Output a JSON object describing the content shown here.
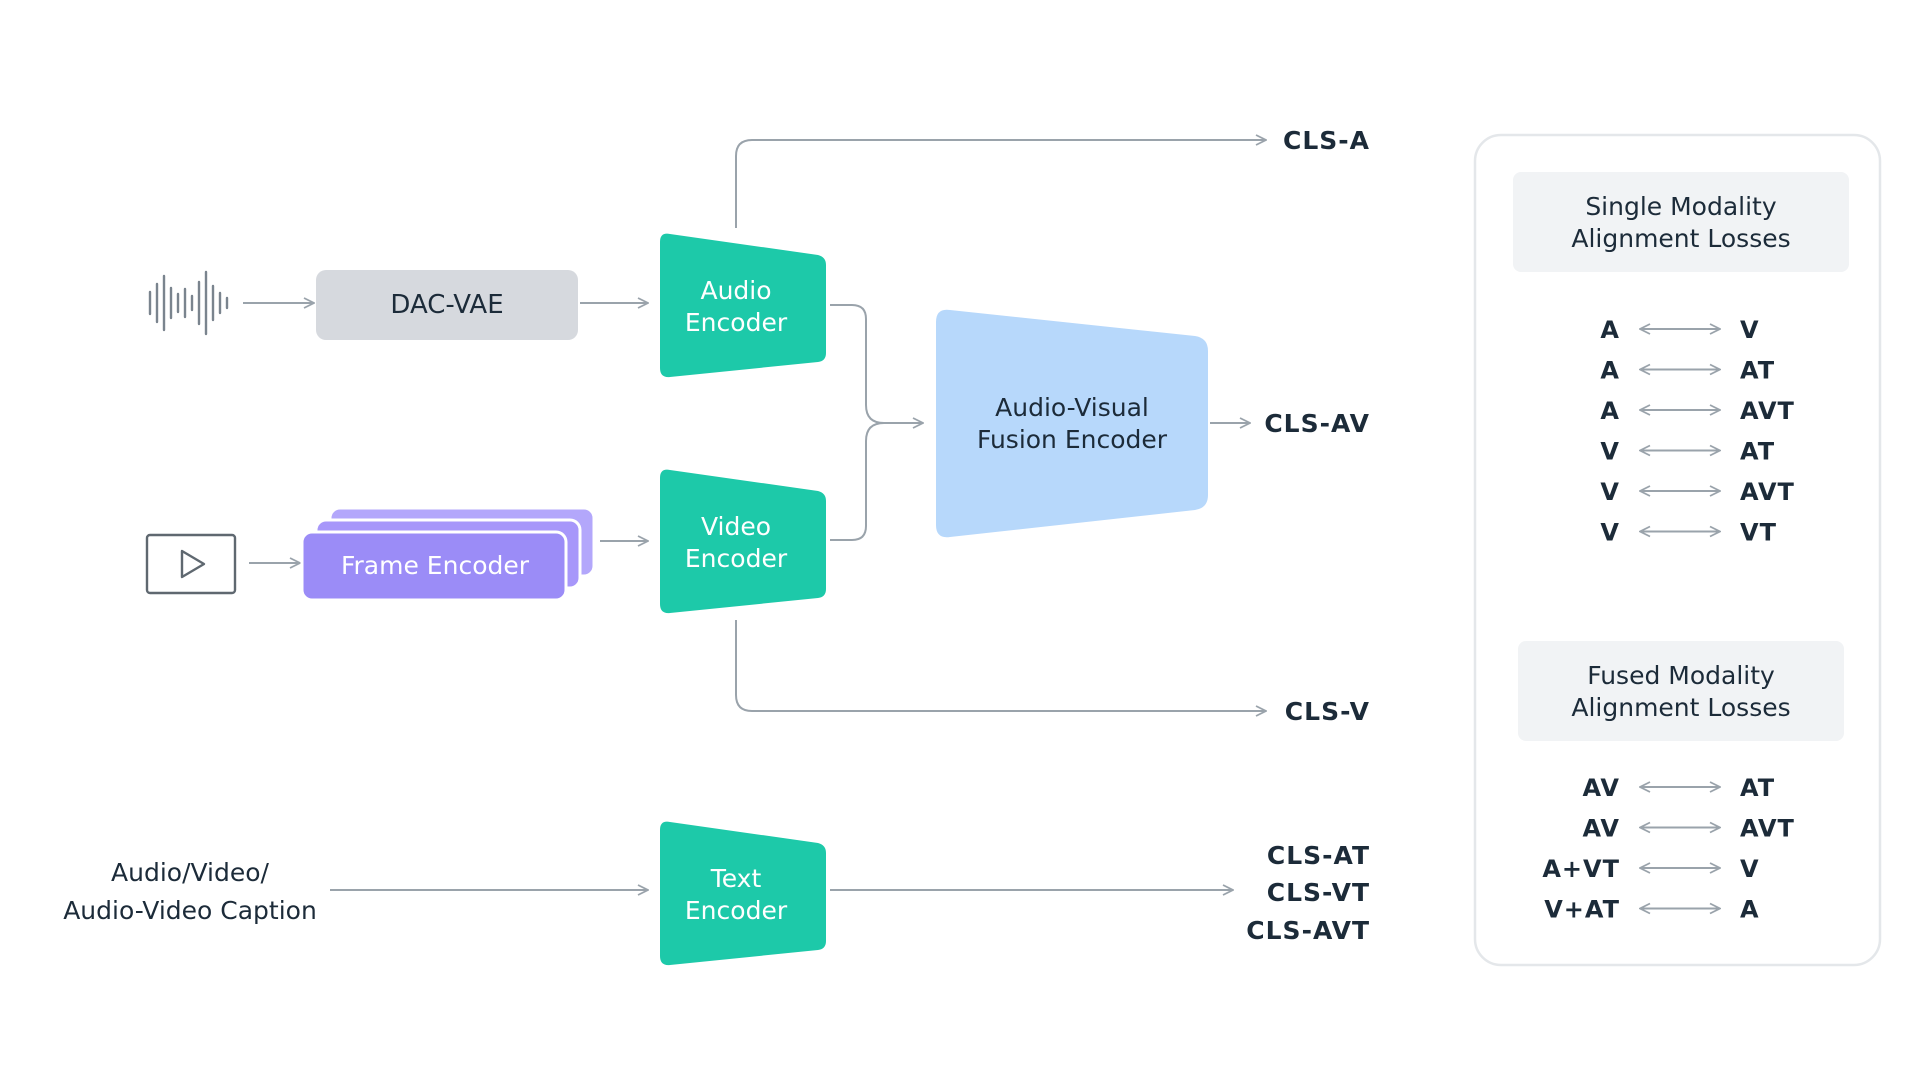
{
  "diagram": {
    "inputs": {
      "audio_icon": "audio-waveform-icon",
      "video_icon": "play-icon",
      "caption_line1": "Audio/Video/",
      "caption_line2": "Audio-Video Caption"
    },
    "blocks": {
      "dac_vae": "DAC-VAE",
      "frame_encoder": "Frame Encoder",
      "audio_encoder": [
        "Audio",
        "Encoder"
      ],
      "video_encoder": [
        "Video",
        "Encoder"
      ],
      "text_encoder": [
        "Text",
        "Encoder"
      ],
      "fusion_encoder": [
        "Audio-Visual",
        "Fusion Encoder"
      ]
    },
    "outputs": {
      "cls_a": "CLS-A",
      "cls_av": "CLS-AV",
      "cls_v": "CLS-V",
      "text_outputs": [
        "CLS-AT",
        "CLS-VT",
        "CLS-AVT"
      ]
    },
    "losses": {
      "single": {
        "title": [
          "Single Modality",
          "Alignment Losses"
        ],
        "pairs": [
          [
            "A",
            "V"
          ],
          [
            "A",
            "AT"
          ],
          [
            "A",
            "AVT"
          ],
          [
            "V",
            "AT"
          ],
          [
            "V",
            "AVT"
          ],
          [
            "V",
            "VT"
          ]
        ]
      },
      "fused": {
        "title": [
          "Fused Modality",
          "Alignment Losses"
        ],
        "pairs": [
          [
            "AV",
            "AT"
          ],
          [
            "AV",
            "AVT"
          ],
          [
            "A+VT",
            "V"
          ],
          [
            "V+AT",
            "A"
          ]
        ]
      }
    },
    "colors": {
      "teal": "#1dc9a9",
      "gray_box": "#d6d9de",
      "frame_purple": "#9b8cf7",
      "frame_purple_back": "#b3a7fb",
      "fusion_blue": "#b7d8fb",
      "line": "#9aa3ab",
      "text_dark": "#1c2b39",
      "panel_border": "#e4e7ea",
      "panel_header": "#f1f3f5"
    }
  }
}
